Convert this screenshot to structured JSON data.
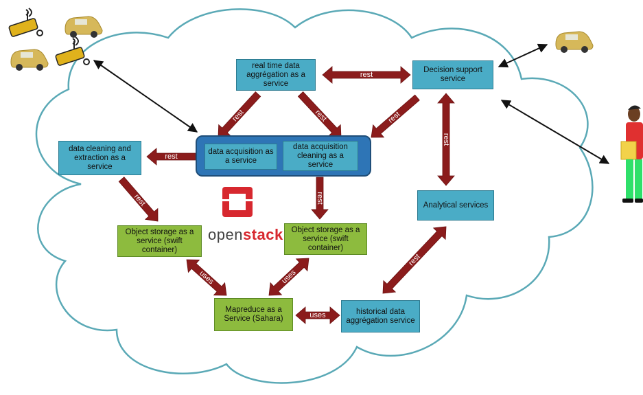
{
  "nodes": {
    "realtime": "real time data aggrégation as a service",
    "decision": "Decision support service",
    "cleaning": "data cleaning and extraction as a service",
    "acquisition": "data acquisition as a service",
    "acq_cleaning": "data acquisition cleaning as a service",
    "analytical": "Analytical services",
    "storage1": "Object storage as a service (swift container)",
    "storage2": "Object storage as a service (swift container)",
    "mapreduce": "Mapreduce as a Service (Sahara)",
    "historical": "historical data aggrégation service"
  },
  "edges": {
    "rt_decision": "rest",
    "rt_acq": "rest",
    "rt_acqclean": "rest",
    "decision_acqclean": "rest",
    "decision_analytical": "rest",
    "group_cleaning": "rest",
    "cleaning_storage1": "rest",
    "acqclean_storage2": "rest",
    "storage1_mapreduce": "uses",
    "storage2_mapreduce": "uses",
    "mapreduce_historical": "uses",
    "historical_analytical": "rest"
  },
  "logo": {
    "part1": "open",
    "part2": "stack"
  },
  "colors": {
    "service_box": "#4aacc6",
    "storage_box": "#8dbb3e",
    "group_box": "#2e75b6",
    "arrow": "#8b1c1c",
    "cloud_outline": "#5aa9b6"
  },
  "icons": [
    "cloud-icon",
    "car-icon",
    "sensor-camera-icon",
    "person-icon",
    "openstack-logo-icon"
  ]
}
